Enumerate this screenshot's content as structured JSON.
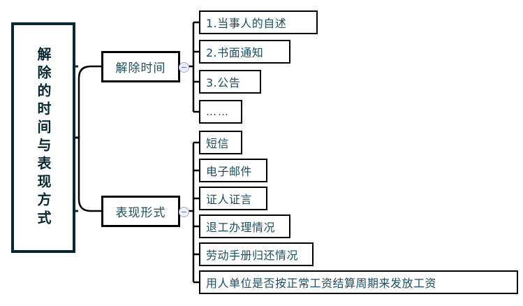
{
  "diagram": {
    "type": "mindmap",
    "title_text": "解除的时间与表现方式",
    "colors": {
      "root_border": "#06282F",
      "root_text": "#06282F",
      "node_border": "#000000",
      "node_text": "#1B4F60",
      "connector": "#000000",
      "root_connector": "#06282F",
      "toggle_ring": "#9aa8d6",
      "toggle_fill": "#eef1fb",
      "background": "#ffffff"
    },
    "root": {
      "label": "解除的时间与表现方式",
      "orientation": "vertical"
    },
    "branches": [
      {
        "label": "解除时间",
        "toggle": "collapse-minus",
        "children": [
          {
            "label": "1.当事人的自述"
          },
          {
            "label": "2.书面通知"
          },
          {
            "label": "3.公告"
          },
          {
            "label": "……"
          }
        ]
      },
      {
        "label": "表现形式",
        "toggle": "collapse-minus",
        "children": [
          {
            "label": "短信"
          },
          {
            "label": "电子邮件"
          },
          {
            "label": "证人证言"
          },
          {
            "label": "退工办理情况"
          },
          {
            "label": "劳动手册归还情况"
          },
          {
            "label": "用人单位是否按正常工资结算周期来发放工资"
          }
        ]
      }
    ]
  }
}
